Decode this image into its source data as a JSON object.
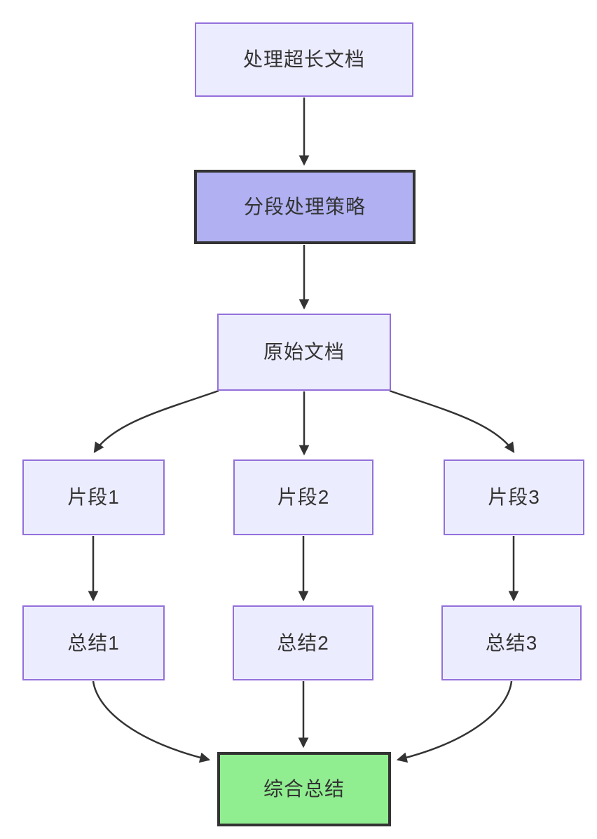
{
  "diagram": {
    "type": "flowchart",
    "direction": "top-down",
    "nodes": {
      "process_long_doc": {
        "label": "处理超长文档",
        "style": "default"
      },
      "segmentation_strategy": {
        "label": "分段处理策略",
        "style": "highlight"
      },
      "original_doc": {
        "label": "原始文档",
        "style": "default"
      },
      "fragment_1": {
        "label": "片段1",
        "style": "default"
      },
      "fragment_2": {
        "label": "片段2",
        "style": "default"
      },
      "fragment_3": {
        "label": "片段3",
        "style": "default"
      },
      "summary_1": {
        "label": "总结1",
        "style": "default"
      },
      "summary_2": {
        "label": "总结2",
        "style": "default"
      },
      "summary_3": {
        "label": "总结3",
        "style": "default"
      },
      "final_summary": {
        "label": "综合总结",
        "style": "success"
      }
    },
    "edges": [
      {
        "from": "处理超长文档",
        "to": "分段处理策略"
      },
      {
        "from": "分段处理策略",
        "to": "原始文档"
      },
      {
        "from": "原始文档",
        "to": "片段1"
      },
      {
        "from": "原始文档",
        "to": "片段2"
      },
      {
        "from": "原始文档",
        "to": "片段3"
      },
      {
        "from": "片段1",
        "to": "总结1"
      },
      {
        "from": "片段2",
        "to": "总结2"
      },
      {
        "from": "片段3",
        "to": "总结3"
      },
      {
        "from": "总结1",
        "to": "综合总结"
      },
      {
        "from": "总结2",
        "to": "综合总结"
      },
      {
        "from": "总结3",
        "to": "综合总结"
      }
    ],
    "colors": {
      "canvas_bg": "#FFFFFF",
      "node_fill": "#ECECFF",
      "node_border": "#9370DB",
      "highlight_fill": "#B0B0F2",
      "highlight_border": "#333333",
      "success_fill": "#90EE90",
      "success_border": "#333333",
      "edge": "#333333",
      "text": "#333333"
    }
  }
}
